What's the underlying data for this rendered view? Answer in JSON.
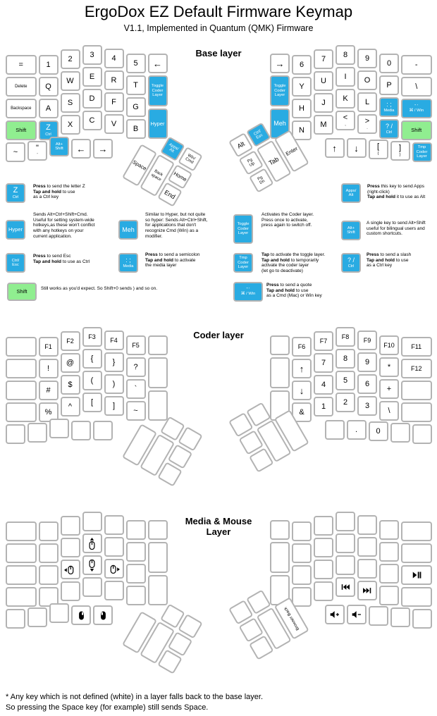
{
  "page": {
    "title": "ErgoDox EZ Default Firmware Keymap",
    "subtitle": "V1.1, Implemented in Quantum (QMK) Firmware",
    "footnote_line1": "* Any key which is not defined (white) in a layer falls back to the base layer.",
    "footnote_line2": "So pressing the Space key (for example) still sends Space."
  },
  "colors": {
    "accent_cyan": "#29ABE2",
    "accent_green": "#90EE90",
    "key_border": "#B3B3B3"
  },
  "layers": [
    {
      "id": "base",
      "title": "Base layer",
      "left_main": [
        {
          "t": "="
        },
        {
          "t": "1"
        },
        {
          "t": "2"
        },
        {
          "t": "3"
        },
        {
          "t": "4"
        },
        {
          "t": "5"
        },
        {
          "icon": "arrow-left"
        },
        {
          "t": "Delete"
        },
        {
          "t": "Q"
        },
        {
          "t": "W"
        },
        {
          "t": "E"
        },
        {
          "t": "R"
        },
        {
          "t": "T"
        },
        {
          "lines": [
            "Toggle",
            "Coder",
            "Layer"
          ],
          "c": "cyan"
        },
        {
          "t": "Backspace"
        },
        {
          "t": "A"
        },
        {
          "t": "S"
        },
        {
          "t": "D"
        },
        {
          "t": "F"
        },
        {
          "t": "G"
        },
        {
          "t": "Shift",
          "c": "green"
        },
        {
          "t": "Z",
          "s": "Ctrl",
          "c": "cyan"
        },
        {
          "t": "X"
        },
        {
          "t": "C"
        },
        {
          "t": "V"
        },
        {
          "t": "B"
        },
        {
          "t": "Hyper",
          "c": "cyan"
        },
        {
          "t": "~"
        },
        {
          "t": "\"",
          "s": "'"
        },
        {
          "lines": [
            "Alt+",
            "Shift"
          ],
          "c": "cyan"
        },
        {
          "icon": "arrow-left"
        },
        {
          "icon": "arrow-right"
        }
      ],
      "left_thumb": [
        {
          "lines": [
            "Apps/",
            "Alt"
          ],
          "c": "cyan"
        },
        {
          "lines": [
            "Win/",
            "Cmd"
          ]
        },
        {
          "t": "Space"
        },
        {
          "lines": [
            "Back",
            "space"
          ]
        },
        {
          "t": "Home"
        },
        {
          "t": "End"
        }
      ],
      "right_main": [
        {
          "icon": "arrow-right"
        },
        {
          "t": "6"
        },
        {
          "t": "7"
        },
        {
          "t": "8"
        },
        {
          "t": "9"
        },
        {
          "t": "0"
        },
        {
          "t": "-"
        },
        {
          "lines": [
            "Toggle",
            "Coder",
            "Layer"
          ],
          "c": "cyan"
        },
        {
          "t": "Y"
        },
        {
          "t": "U"
        },
        {
          "t": "I"
        },
        {
          "t": "O"
        },
        {
          "t": "P"
        },
        {
          "t": "\\"
        },
        {
          "t": "H"
        },
        {
          "t": "J"
        },
        {
          "t": "K"
        },
        {
          "t": "L"
        },
        {
          "t": ": ;",
          "s": "Media",
          "c": "cyan"
        },
        {
          "lines": [
            "“ '",
            "⌘ / Win"
          ],
          "c": "cyan"
        },
        {
          "t": "Meh",
          "c": "cyan"
        },
        {
          "t": "N"
        },
        {
          "t": "M"
        },
        {
          "t": "<",
          "s": ","
        },
        {
          "t": ">",
          "s": "."
        },
        {
          "t": "? /",
          "s": "Ctrl",
          "c": "cyan"
        },
        {
          "t": "Shift",
          "c": "green"
        },
        {
          "icon": "arrow-up"
        },
        {
          "icon": "arrow-down"
        },
        {
          "t": "[",
          "s": "{"
        },
        {
          "t": "]",
          "s": "}"
        },
        {
          "lines": [
            "Tmp",
            "Coder",
            "Layer"
          ],
          "c": "cyan"
        }
      ],
      "right_thumb": [
        {
          "t": "Alt"
        },
        {
          "lines": [
            "Ctrl/",
            "Esc"
          ],
          "c": "cyan"
        },
        {
          "lines": [
            "Pg",
            "Up"
          ]
        },
        {
          "lines": [
            "Pg",
            "Dn"
          ]
        },
        {
          "t": "Tab"
        },
        {
          "t": "Enter"
        }
      ]
    },
    {
      "id": "coder",
      "title": "Coder layer",
      "left_main": [
        {},
        {
          "t": "F1"
        },
        {
          "t": "F2"
        },
        {
          "t": "F3"
        },
        {
          "t": "F4"
        },
        {
          "t": "F5"
        },
        {},
        {},
        {
          "t": "!"
        },
        {
          "t": "@"
        },
        {
          "t": "{"
        },
        {
          "t": "}"
        },
        {
          "t": "?"
        },
        {},
        {},
        {
          "t": "#"
        },
        {
          "t": "$"
        },
        {
          "t": "("
        },
        {
          "t": ")"
        },
        {
          "t": "`"
        },
        {},
        {
          "t": "%"
        },
        {
          "t": "^"
        },
        {
          "t": "["
        },
        {
          "t": "]"
        },
        {
          "t": "~"
        },
        {},
        {},
        {},
        {},
        {},
        {}
      ],
      "left_thumb": [
        {},
        {},
        {},
        {},
        {},
        {}
      ],
      "right_main": [
        {},
        {
          "t": "F6"
        },
        {
          "t": "F7"
        },
        {
          "t": "F8"
        },
        {
          "t": "F9"
        },
        {
          "t": "F10"
        },
        {
          "t": "F11"
        },
        {},
        {
          "icon": "arrow-up"
        },
        {
          "t": "7"
        },
        {
          "t": "8"
        },
        {
          "t": "9"
        },
        {
          "t": "*"
        },
        {
          "t": "F12"
        },
        {
          "icon": "arrow-down"
        },
        {
          "t": "4"
        },
        {
          "t": "5"
        },
        {
          "t": "6"
        },
        {
          "t": "+"
        },
        {},
        {},
        {
          "t": "&"
        },
        {
          "t": "1"
        },
        {
          "t": "2"
        },
        {
          "t": "3"
        },
        {
          "t": "\\"
        },
        {},
        {},
        {
          "t": "."
        },
        {
          "t": "0"
        },
        {},
        {}
      ],
      "right_thumb": [
        {},
        {},
        {},
        {},
        {},
        {}
      ]
    },
    {
      "id": "media",
      "title": "Media & Mouse\nLayer",
      "left_main": [
        {},
        {},
        {},
        {},
        {},
        {},
        {},
        {},
        {},
        {},
        {
          "icon": "mouse-up"
        },
        {},
        {},
        {},
        {},
        {},
        {
          "icon": "mouse-left"
        },
        {
          "icon": "mouse-down"
        },
        {
          "icon": "mouse-right"
        },
        {},
        {},
        {},
        {},
        {},
        {},
        {},
        {},
        {},
        {},
        {},
        {
          "icon": "mouse-btn-left"
        },
        {
          "icon": "mouse-btn-right"
        }
      ],
      "left_thumb": [
        {},
        {},
        {},
        {},
        {},
        {}
      ],
      "right_main": [
        {},
        {},
        {},
        {},
        {},
        {},
        {},
        {},
        {},
        {},
        {},
        {},
        {},
        {},
        {},
        {},
        {},
        {},
        {},
        {
          "icon": "play-pause"
        },
        {},
        {},
        {},
        {
          "icon": "prev-track"
        },
        {
          "icon": "next-track"
        },
        {},
        {},
        {
          "icon": "vol-up"
        },
        {
          "icon": "vol-down"
        },
        {},
        {},
        {}
      ],
      "right_thumb": [
        {},
        {},
        {},
        {},
        {},
        {
          "t": "Browser Back",
          "vert": true
        }
      ]
    }
  ],
  "legend": [
    {
      "key": {
        "t": "Z",
        "s": "Ctrl",
        "c": "cyan"
      },
      "text": "**Press** to send the letter Z\n**Tap and hold** to use\nas a Ctrl key"
    },
    {
      "key": {
        "lines": [
          "Apps/",
          "Alt"
        ],
        "c": "cyan"
      },
      "text": "**Press** this key to send Apps\n(right-click)\n**Tap and hold** it to use as Alt"
    },
    {
      "key": {
        "t": "Hyper",
        "c": "cyan"
      },
      "text": "Sends Alt+Ctrl+Shift+Cmd.\nUseful for setting system-wide\nhotkeys,as these won't conflict\nwith any hotkeys on your\ncurrent application."
    },
    {
      "key": {
        "t": "Meh",
        "c": "cyan"
      },
      "text": "Similar to Hyper, but not quite\nso hyper: Sends Alt+Ctrl+Shift,\nfor applications that don't\nrecognize Cmd (Win) as a\nmodifier."
    },
    {
      "key": {
        "lines": [
          "Toggle",
          "Coder",
          "Layer"
        ],
        "c": "cyan"
      },
      "text": "Activates the Coder layer.\nPress once to activate,\npress again to switch off."
    },
    {
      "key": {
        "lines": [
          "Alt+",
          "Shift"
        ],
        "c": "cyan"
      },
      "text": "A single key to send Alt+Shift\nuseful for bilingual users and\ncustom shortcuts."
    },
    {
      "key": {
        "lines": [
          "Ctrl/",
          "Esc"
        ],
        "c": "cyan"
      },
      "text": "**Press** to send Esc\n**Tap and hold** to use as Ctrl"
    },
    {
      "key": {
        "t": ": ;",
        "s": "Media",
        "c": "cyan"
      },
      "text": "**Press** to send a semicolon\n**Tap and hold** to activate\nthe media layer"
    },
    {
      "key": {
        "lines": [
          "Tmp",
          "Coder",
          "Layer"
        ],
        "c": "cyan"
      },
      "text": "**Tap** to activate the toggle layer.\n**Tap and hold** to temporarily\nactivate the coder layer\n(let go to deactivate)"
    },
    {
      "key": {
        "t": "? /",
        "s": "Ctrl",
        "c": "cyan"
      },
      "text": "**Press** to send a slash\n**Tap and hold** to use\nas a Ctrl key"
    },
    {
      "key": {
        "t": "Shift",
        "c": "green"
      },
      "text": "Still works as you'd expect. So Shift+0 sends ) and so on."
    },
    {
      "key": {
        "lines": [
          "“ '",
          "⌘ / Win"
        ],
        "c": "cyan"
      },
      "text": "**Press** to send a quote\n**Tap and hold** to use\nas a Cmd (Mac) or Win key"
    }
  ]
}
